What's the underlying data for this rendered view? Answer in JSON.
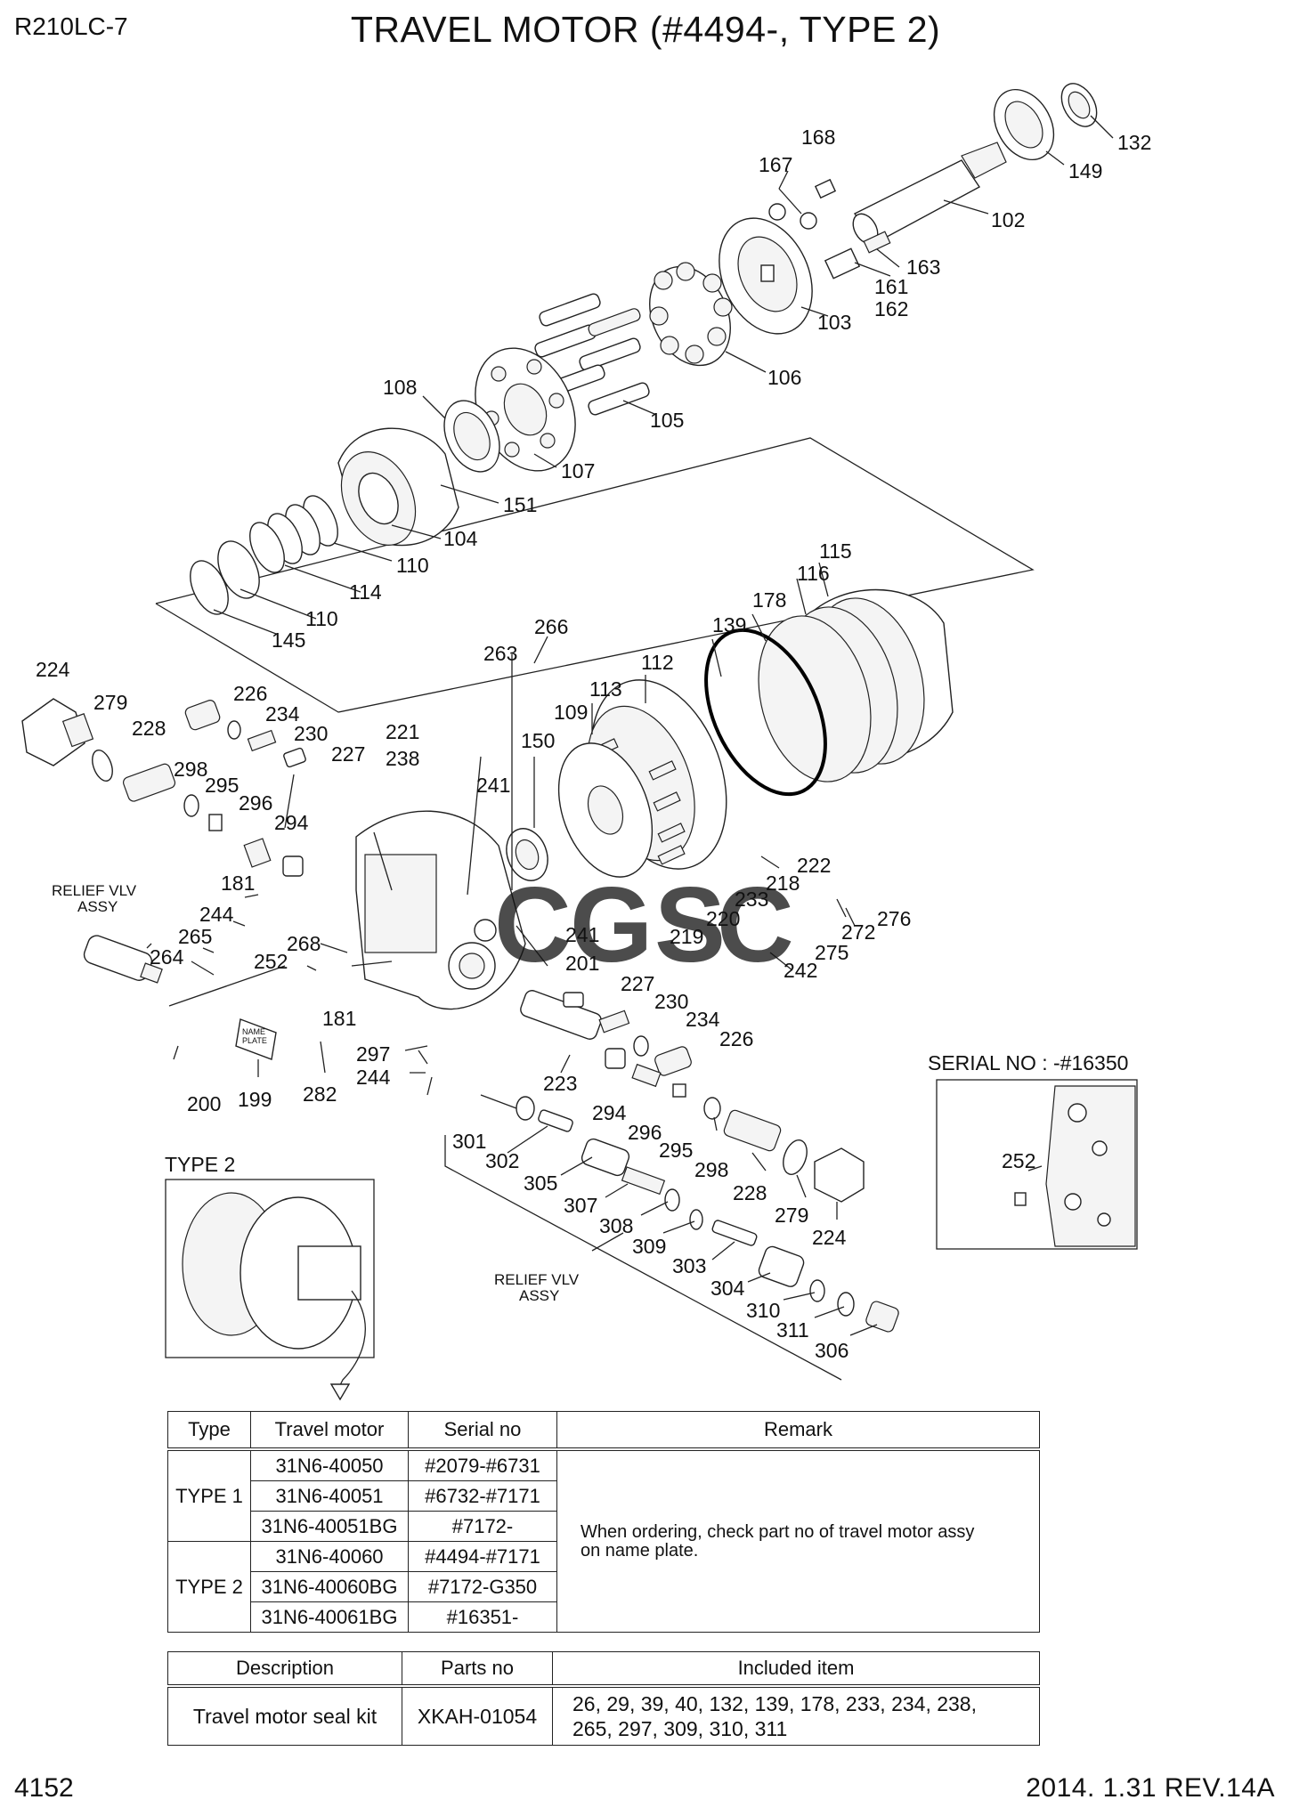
{
  "header": {
    "model": "R210LC-7",
    "title": "TRAVEL MOTOR (#4494-, TYPE 2)"
  },
  "footer": {
    "page_number": "4152",
    "revision": "2014. 1.31  REV.14A"
  },
  "diagram": {
    "callouts": [
      "132",
      "149",
      "168",
      "167",
      "102",
      "163",
      "161",
      "162",
      "103",
      "106",
      "105",
      "108",
      "107",
      "151",
      "104",
      "110",
      "114",
      "110",
      "145",
      "224",
      "279",
      "226",
      "234",
      "230",
      "227",
      "228",
      "298",
      "295",
      "296",
      "294",
      "221",
      "238",
      "266",
      "263",
      "241",
      "150",
      "109",
      "113",
      "112",
      "139",
      "178",
      "116",
      "115",
      "222",
      "218",
      "233",
      "220",
      "219",
      "276",
      "272",
      "275",
      "242",
      "181",
      "244",
      "265",
      "264",
      "252",
      "268",
      "241",
      "201",
      "227",
      "230",
      "234",
      "226",
      "181",
      "297",
      "244",
      "223",
      "294",
      "296",
      "295",
      "298",
      "228",
      "279",
      "224",
      "200",
      "199",
      "282",
      "301",
      "302",
      "305",
      "307",
      "308",
      "309",
      "303",
      "304",
      "310",
      "311",
      "306",
      "252"
    ],
    "relief_valve_label_1": "RELIEF VLV",
    "relief_valve_label_2": "ASSY",
    "relief_valve_label_3": "RELIEF VLV",
    "relief_valve_label_4": "ASSY",
    "name_plate_text_1": "NAME",
    "name_plate_text_2": "PLATE",
    "inset_serial_label": "SERIAL NO : -#16350",
    "inset_type_label": "TYPE 2",
    "watermark": "CGSC",
    "watermark_colors": [
      "#3a7bd5",
      "#e8453c",
      "#f2c230",
      "#2fa36b"
    ]
  },
  "types_table": {
    "headers": [
      "Type",
      "Travel motor",
      "Serial no",
      "Remark"
    ],
    "type1": "TYPE 1",
    "type2": "TYPE 2",
    "rows": [
      {
        "motor": "31N6-40050",
        "serial": "#2079-#6731"
      },
      {
        "motor": "31N6-40051",
        "serial": "#6732-#7171"
      },
      {
        "motor": "31N6-40051BG",
        "serial": "#7172-"
      },
      {
        "motor": "31N6-40060",
        "serial": "#4494-#7171"
      },
      {
        "motor": "31N6-40060BG",
        "serial": "#7172-G350"
      },
      {
        "motor": "31N6-40061BG",
        "serial": "#16351-"
      }
    ],
    "remark_line1": "When ordering, check part no of travel motor assy",
    "remark_line2": "on name plate."
  },
  "seal_table": {
    "headers": [
      "Description",
      "Parts no",
      "Included item"
    ],
    "description": "Travel motor seal kit",
    "parts_no": "XKAH-01054",
    "items_line1": "26, 29, 39, 40, 132, 139, 178, 233, 234, 238,",
    "items_line2": "265, 297, 309, 310, 311"
  }
}
